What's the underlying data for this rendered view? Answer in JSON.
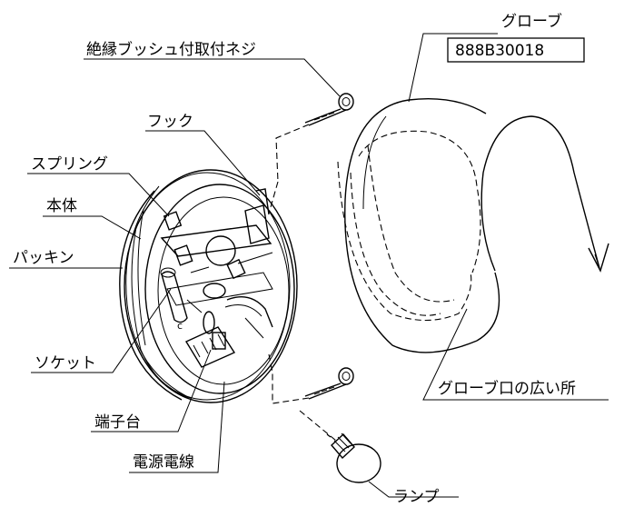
{
  "labels": {
    "screw": "絶縁ブッシュ付取付ネジ",
    "hook": "フック",
    "spring": "スプリング",
    "body": "本体",
    "packing": "パッキン",
    "socket": "ソケット",
    "terminal": "端子台",
    "wire": "電源電線",
    "globe": "グローブ",
    "globe_part_no": "888B30018",
    "globe_opening": "グローブ口の広い所",
    "lamp": "ランプ"
  }
}
